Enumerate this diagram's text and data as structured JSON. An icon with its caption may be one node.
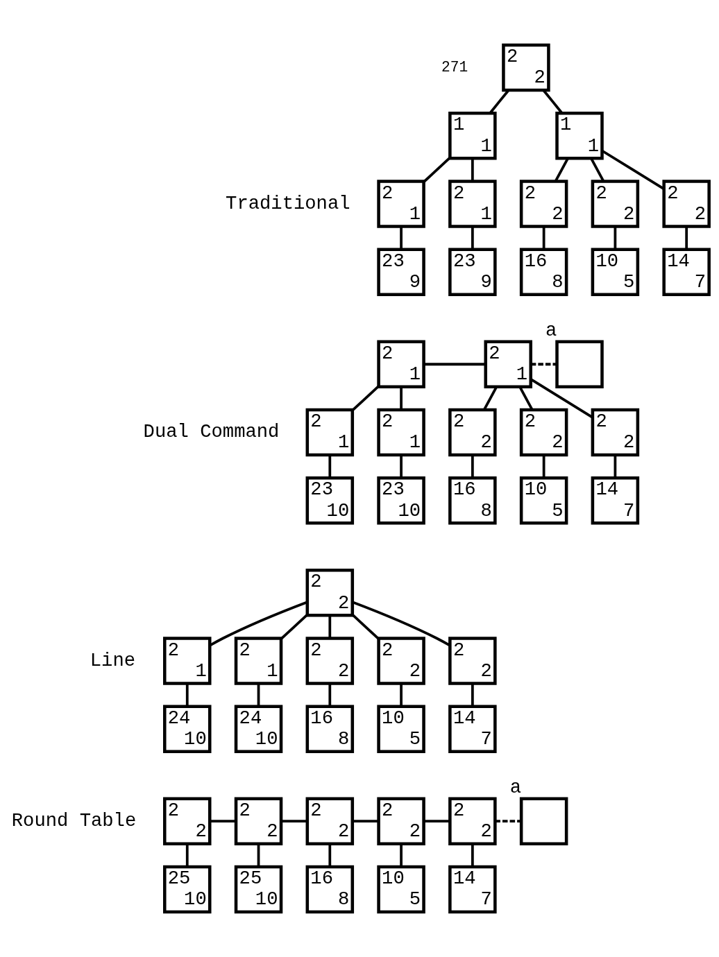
{
  "diagram": {
    "nodes": [
      {
        "text": [
          "2",
          "2"
        ]
      },
      {
        "text": [
          "1",
          "1"
        ]
      },
      {
        "text": [
          "1",
          "1"
        ]
      },
      {
        "text": [
          "2",
          "1"
        ]
      },
      {
        "text": [
          "2",
          "1"
        ]
      },
      {
        "text": [
          "2",
          "2"
        ]
      },
      {
        "text": [
          "2",
          "2"
        ]
      },
      {
        "text": [
          "2",
          "2"
        ]
      },
      {
        "text": [
          "23",
          "9"
        ]
      },
      {
        "text": [
          "23",
          "9"
        ]
      },
      {
        "text": [
          "16",
          "8"
        ]
      },
      {
        "text": [
          "10",
          "5"
        ]
      },
      {
        "text": [
          "14",
          "7"
        ]
      },
      {
        "text": [
          "2",
          "1"
        ]
      },
      {
        "text": [
          "2",
          "1"
        ]
      },
      {
        "text": [],
        "shape": "box",
        "beside": [
          "a"
        ]
      },
      {
        "text": [
          "2",
          "1"
        ]
      },
      {
        "text": [
          "2",
          "1"
        ]
      },
      {
        "text": [
          "2",
          "2"
        ]
      },
      {
        "text": [
          "2",
          "2"
        ]
      },
      {
        "text": [
          "2",
          "2"
        ]
      },
      {
        "text": [
          "23",
          "10"
        ]
      },
      {
        "text": [
          "23",
          "10"
        ]
      },
      {
        "text": [
          "16",
          "8"
        ]
      },
      {
        "text": [
          "10",
          "5"
        ]
      },
      {
        "text": [
          "14",
          "7"
        ]
      },
      {
        "text": [
          "2",
          "2"
        ]
      },
      {
        "text": [
          "2",
          "1"
        ]
      },
      {
        "text": [
          "2",
          "1"
        ]
      },
      {
        "text": [
          "2",
          "2"
        ]
      },
      {
        "text": [
          "2",
          "2"
        ]
      },
      {
        "text": [
          "2",
          "2"
        ]
      },
      {
        "text": [
          "24",
          "10"
        ]
      },
      {
        "text": [
          "24",
          "10"
        ]
      },
      {
        "text": [
          "16",
          "8"
        ]
      },
      {
        "text": [
          "10",
          "5"
        ]
      },
      {
        "text": [
          "14",
          "7"
        ]
      },
      {
        "text": [
          "2",
          "2"
        ]
      },
      {
        "text": [
          "2",
          "2"
        ]
      },
      {
        "text": [
          "2",
          "2"
        ]
      },
      {
        "text": [
          "2",
          "2"
        ]
      },
      {
        "text": [
          "2",
          "2"
        ]
      },
      {
        "text": [],
        "shape": "box",
        "beside": [
          "a"
        ]
      },
      {
        "text": [
          "25",
          "10"
        ]
      },
      {
        "text": [
          "25",
          "10"
        ]
      },
      {
        "text": [
          "16",
          "8"
        ]
      },
      {
        "text": [
          "10",
          "5"
        ]
      },
      {
        "text": [
          "14",
          "7"
        ]
      }
    ],
    "edges": [
      {
        "from": 0,
        "to": 1,
        "arrow": "none"
      },
      {
        "from": 0,
        "to": 2,
        "arrow": "none"
      },
      {
        "from": 1,
        "to": 3,
        "arrow": "none"
      },
      {
        "from": 1,
        "to": 4,
        "arrow": "none"
      },
      {
        "from": 2,
        "to": 5,
        "arrow": "none"
      },
      {
        "from": 2,
        "to": 6,
        "arrow": "none"
      },
      {
        "from": 2,
        "to": 7,
        "arrow": "none"
      },
      {
        "from": 3,
        "to": 8,
        "arrow": "none"
      },
      {
        "from": 4,
        "to": 9,
        "arrow": "none"
      },
      {
        "from": 5,
        "to": 10,
        "arrow": "none"
      },
      {
        "from": 6,
        "to": 11,
        "arrow": "none"
      },
      {
        "from": 7,
        "to": 12,
        "arrow": "none"
      },
      {
        "from": 13,
        "to": 14,
        "arrow": "none"
      },
      {
        "from": 14,
        "to": 15,
        "arrow": "none",
        "style": "dashed"
      },
      {
        "from": 13,
        "to": 16,
        "arrow": "none"
      },
      {
        "from": 13,
        "to": 17,
        "arrow": "none"
      },
      {
        "from": 14,
        "to": 18,
        "arrow": "none"
      },
      {
        "from": 14,
        "to": 19,
        "arrow": "none"
      },
      {
        "from": 14,
        "to": 20,
        "arrow": "none"
      },
      {
        "from": 16,
        "to": 21,
        "arrow": "none"
      },
      {
        "from": 17,
        "to": 22,
        "arrow": "none"
      },
      {
        "from": 18,
        "to": 23,
        "arrow": "none"
      },
      {
        "from": 19,
        "to": 24,
        "arrow": "none"
      },
      {
        "from": 20,
        "to": 25,
        "arrow": "none"
      },
      {
        "from": 26,
        "to": 27,
        "arrow": "none"
      },
      {
        "from": 26,
        "to": 28,
        "arrow": "none"
      },
      {
        "from": 26,
        "to": 29,
        "arrow": "none"
      },
      {
        "from": 26,
        "to": 30,
        "arrow": "none"
      },
      {
        "from": 26,
        "to": 31,
        "arrow": "none"
      },
      {
        "from": 27,
        "to": 32,
        "arrow": "none"
      },
      {
        "from": 28,
        "to": 33,
        "arrow": "none"
      },
      {
        "from": 29,
        "to": 34,
        "arrow": "none"
      },
      {
        "from": 30,
        "to": 35,
        "arrow": "none"
      },
      {
        "from": 31,
        "to": 36,
        "arrow": "none"
      },
      {
        "from": 37,
        "to": 38,
        "arrow": "none"
      },
      {
        "from": 38,
        "to": 39,
        "arrow": "none"
      },
      {
        "from": 39,
        "to": 40,
        "arrow": "none"
      },
      {
        "from": 40,
        "to": 41,
        "arrow": "none"
      },
      {
        "from": 41,
        "to": 42,
        "arrow": "none",
        "style": "dashed"
      },
      {
        "from": 37,
        "to": 43,
        "arrow": "none"
      },
      {
        "from": 38,
        "to": 44,
        "arrow": "none"
      },
      {
        "from": 39,
        "to": 45,
        "arrow": "none"
      },
      {
        "from": 40,
        "to": 46,
        "arrow": "none"
      },
      {
        "from": 41,
        "to": 47,
        "arrow": "none"
      }
    ],
    "labels": [
      "271",
      "Traditional",
      "Dual Command",
      "Line",
      "Round Table"
    ]
  }
}
